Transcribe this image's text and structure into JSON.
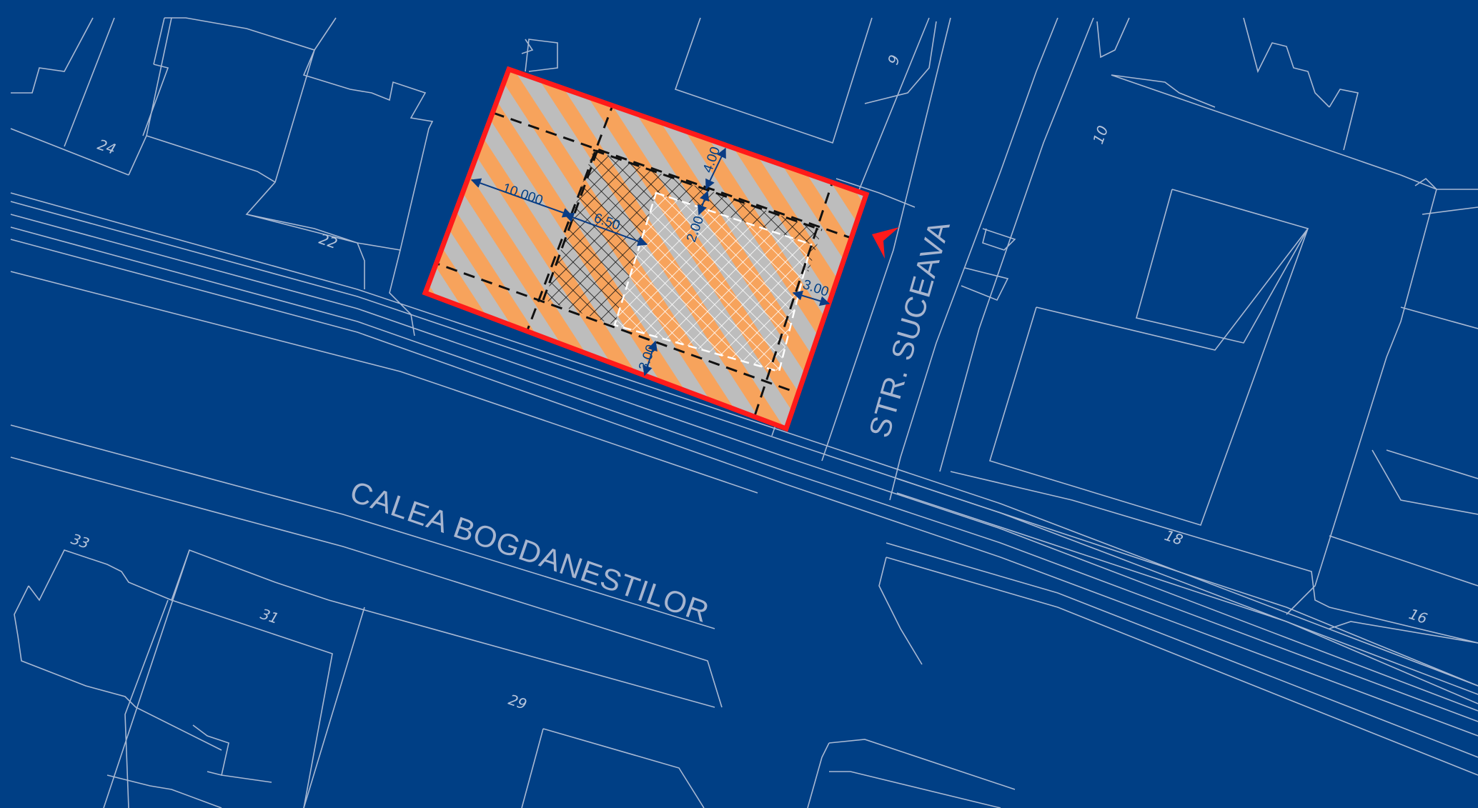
{
  "colors": {
    "background": "#003f85",
    "line": "#a9b9d3",
    "site_border": "#ff1a1a",
    "stripe_orange": "#f7a35c",
    "stripe_grey": "#bdbdbd",
    "dimension": "#0a3c84",
    "hatch": "#111111"
  },
  "streets": {
    "main": "CALEA BOGDANESTILOR",
    "side": "STR. SUCEAVA"
  },
  "lot_numbers": [
    "24",
    "22",
    "9",
    "10",
    "18",
    "16",
    "33",
    "31",
    "29"
  ],
  "dimensions": [
    "10.000",
    "6.50",
    "4.00",
    "2.00",
    "3.00",
    "3.00"
  ],
  "access_marker": "red-arrow-icon"
}
